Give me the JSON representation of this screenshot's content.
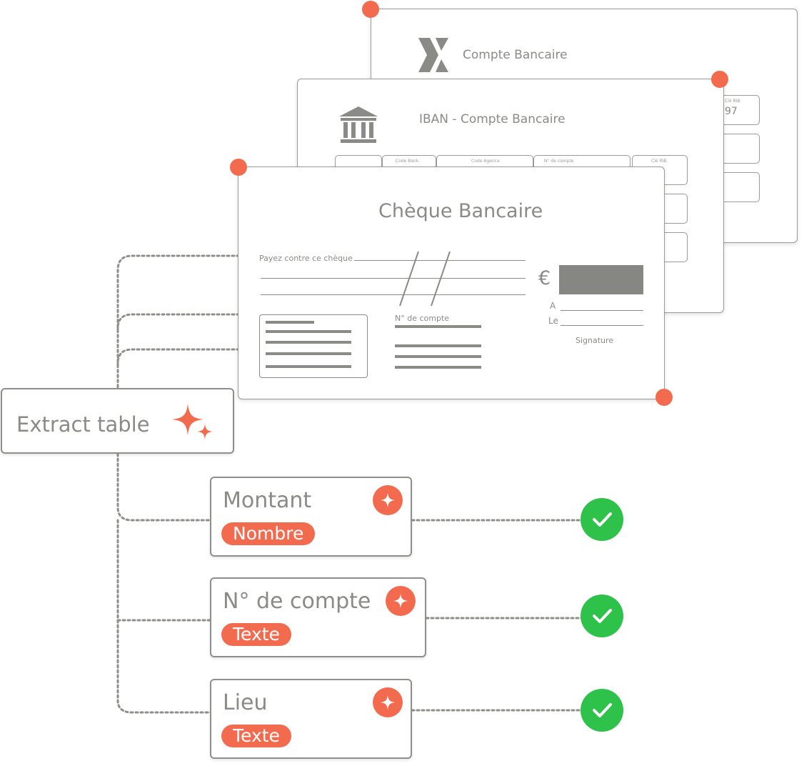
{
  "docs": {
    "back": {
      "title": "Compte Bancaire",
      "rib_label": "Clé RIB",
      "rib_value": "97"
    },
    "middle": {
      "title": "IBAN - Compte Bancaire",
      "columns": [
        "Code Bank",
        "Code Agence",
        "N° de compte",
        "Clé RIB"
      ]
    },
    "front": {
      "title": "Chèque Bancaire",
      "pay_label": "Payez contre ce chèque",
      "euro_symbol": "€",
      "account_label": "N° de compte",
      "a_label": "A",
      "le_label": "Le",
      "signature_label": "Signature"
    }
  },
  "extract": {
    "label": "Extract table"
  },
  "fields": [
    {
      "name": "Montant",
      "type": "Nombre"
    },
    {
      "name": "N° de compte",
      "type": "Texte"
    },
    {
      "name": "Lieu",
      "type": "Texte"
    }
  ],
  "colors": {
    "accent": "#f36b4f",
    "success": "#2ec24a",
    "ink": "#8a8a86"
  }
}
